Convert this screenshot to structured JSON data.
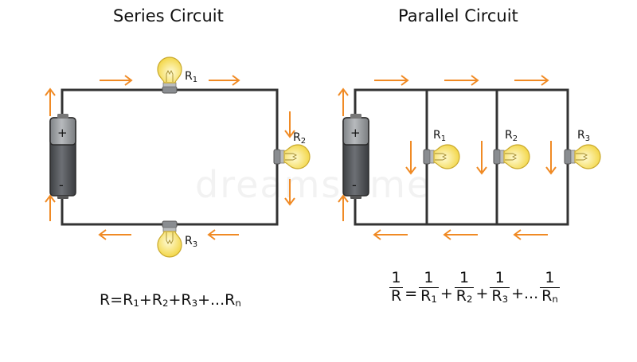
{
  "titles": {
    "series": "Series Circuit",
    "parallel": "Parallel Circuit"
  },
  "series": {
    "labels": [
      {
        "main": "R",
        "sub": "1"
      },
      {
        "main": "R",
        "sub": "2"
      },
      {
        "main": "R",
        "sub": "3"
      }
    ],
    "formula": {
      "prefix": "R=",
      "terms": [
        {
          "main": "R",
          "sub": "1"
        },
        {
          "main": "R",
          "sub": "2"
        },
        {
          "main": "R",
          "sub": "3"
        },
        {
          "main": "R",
          "sub": "n"
        }
      ],
      "plus": "+",
      "ellipsis": "..."
    }
  },
  "parallel": {
    "labels": [
      {
        "main": "R",
        "sub": "1"
      },
      {
        "main": "R",
        "sub": "2"
      },
      {
        "main": "R",
        "sub": "3"
      }
    ],
    "formula": {
      "lhs": {
        "num": "1",
        "den": "R"
      },
      "equals": "=",
      "terms": [
        {
          "num": "1",
          "den": "R",
          "sub": "1"
        },
        {
          "num": "1",
          "den": "R",
          "sub": "2"
        },
        {
          "num": "1",
          "den": "R",
          "sub": "3"
        },
        {
          "num": "1",
          "den": "R",
          "sub": "n"
        }
      ],
      "plus": "+",
      "ellipsis": "..."
    }
  },
  "battery": {
    "plus": "+",
    "minus": "-"
  },
  "watermark": "dreamstime",
  "colors": {
    "wire": "#333333",
    "arrow": "#f08a24",
    "bulb": "#f7e36b",
    "bulb_stroke": "#c9a92e",
    "battery_top": "#8a8d91",
    "battery_body": "#505357"
  }
}
